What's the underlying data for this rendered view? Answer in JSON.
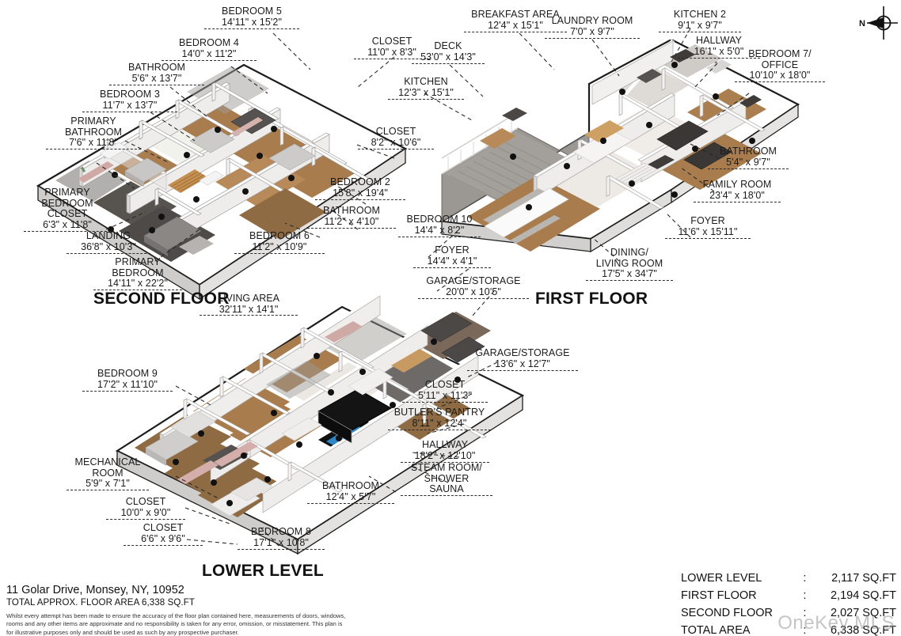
{
  "document": {
    "address": "11 Golar Drive, Monsey, NY, 10952",
    "total_area_line": "TOTAL APPROX. FLOOR AREA 6,338 SQ.FT",
    "disclaimer": "Whilst every attempt has been made to ensure the accuracy of the floor plan contained here, measurements of doors, windows, rooms and any other items are approximate and no responsibility is taken for any error, omission, or misstatement. This plan is for illustrative purposes only and should be used as such by any prospective purchaser.",
    "watermark": "OneKey MLS"
  },
  "compass": {
    "north_label": "N"
  },
  "floors": {
    "second": {
      "title": "SECOND FLOOR",
      "living_area_label": "LIVING AREA",
      "living_area_dims": "32'11\" x 14'1\""
    },
    "first": {
      "title": "FIRST FLOOR"
    },
    "lower": {
      "title": "LOWER LEVEL"
    }
  },
  "summary": {
    "rows": [
      {
        "name": "LOWER LEVEL",
        "sep": ":",
        "value": "2,117 SQ.FT"
      },
      {
        "name": "FIRST FLOOR",
        "sep": ":",
        "value": "2,194 SQ.FT"
      },
      {
        "name": "SECOND FLOOR",
        "sep": ":",
        "value": "2,027 SQ.FT"
      },
      {
        "name": "TOTAL AREA",
        "sep": ":",
        "value": "6,338 SQ.FT"
      }
    ]
  },
  "rooms": {
    "second_floor": [
      {
        "name": "BEDROOM 5",
        "dims": "14'11\" x 15'2\""
      },
      {
        "name": "BEDROOM 4",
        "dims": "14'0\" x 11'2\""
      },
      {
        "name": "BATHROOM",
        "dims": "5'6\" x 13'7\""
      },
      {
        "name": "BEDROOM 3",
        "dims": "11'7\" x 13'7\""
      },
      {
        "name": "PRIMARY BATHROOM",
        "dims": "7'6\" x 11'8\""
      },
      {
        "name": "PRIMARY BEDROOM CLOSET",
        "dims": "6'3\" x 11'8\""
      },
      {
        "name": "LANDING",
        "dims": "36'8\" x 10'3\""
      },
      {
        "name": "PRIMARY BEDROOM",
        "dims": "14'11\" x 22'2\""
      },
      {
        "name": "CLOSET",
        "dims": "11'0\" x 8'3\""
      },
      {
        "name": "CLOSET",
        "dims": "8'2\" x 10'6\""
      },
      {
        "name": "BEDROOM 2",
        "dims": "15'8\" x 19'4\""
      },
      {
        "name": "BATHROOM",
        "dims": "11'2\" x 4'10\""
      },
      {
        "name": "BEDROOM 6",
        "dims": "11'2\" x 10'9\""
      }
    ],
    "first_floor": [
      {
        "name": "BREAKFAST AREA",
        "dims": "12'4\" x 15'1\""
      },
      {
        "name": "LAUNDRY ROOM",
        "dims": "7'0\" x 9'7\""
      },
      {
        "name": "KITCHEN 2",
        "dims": "9'1\" x 9'7\""
      },
      {
        "name": "HALLWAY",
        "dims": "16'1\" x 5'0\""
      },
      {
        "name": "BEDROOM 7/ OFFICE",
        "dims": "10'10\" x 18'0\""
      },
      {
        "name": "DECK",
        "dims": "53'0\" x 14'3\""
      },
      {
        "name": "KITCHEN",
        "dims": "12'3\" x 15'1\""
      },
      {
        "name": "BATHROOM",
        "dims": "5'4\" x 9'7\""
      },
      {
        "name": "FAMILY ROOM",
        "dims": "23'4\" x 18'0\""
      },
      {
        "name": "FOYER",
        "dims": "11'6\" x 15'11\""
      },
      {
        "name": "DINING/ LIVING ROOM",
        "dims": "17'5\" x 34'7\""
      }
    ],
    "lower_level": [
      {
        "name": "BEDROOM 10",
        "dims": "14'4\" x 8'2\""
      },
      {
        "name": "FOYER",
        "dims": "14'4\" x 4'1\""
      },
      {
        "name": "GARAGE/STORAGE",
        "dims": "20'0\" x 10'5\""
      },
      {
        "name": "GARAGE/STORAGE",
        "dims": "13'6\" x 12'7\""
      },
      {
        "name": "CLOSET",
        "dims": "5'11\" x 11'3\""
      },
      {
        "name": "BUTLER'S PANTRY",
        "dims": "8'11\" x 12'4\""
      },
      {
        "name": "HALLWAY",
        "dims": "18'2\" x 12'10\""
      },
      {
        "name": "STEAM ROOM/ SHOWER",
        "dims": ""
      },
      {
        "name": "SAUNA",
        "dims": ""
      },
      {
        "name": "BATHROOM",
        "dims": "12'4\" x 5'7\""
      },
      {
        "name": "BEDROOM 8",
        "dims": "17'1\" x 10'8\""
      },
      {
        "name": "BEDROOM 9",
        "dims": "17'2\" x 11'10\""
      },
      {
        "name": "MECHANICAL ROOM",
        "dims": "5'9\" x 7'1\""
      },
      {
        "name": "CLOSET",
        "dims": "10'0\" x 9'0\""
      },
      {
        "name": "CLOSET",
        "dims": "6'6\" x 9'6\""
      }
    ]
  },
  "palette": {
    "wall": "#f2f2f2",
    "wall_shade": "#d9d9d9",
    "wall_dark": "#1c1c1c",
    "floor_wood": "#a97c4d",
    "floor_wood_dark": "#8a6239",
    "floor_grey": "#6d6a68",
    "floor_light": "#e8e6e3",
    "deck": "#9b9793",
    "text": "#1b1b1b",
    "dash": "#2a2a2a"
  }
}
